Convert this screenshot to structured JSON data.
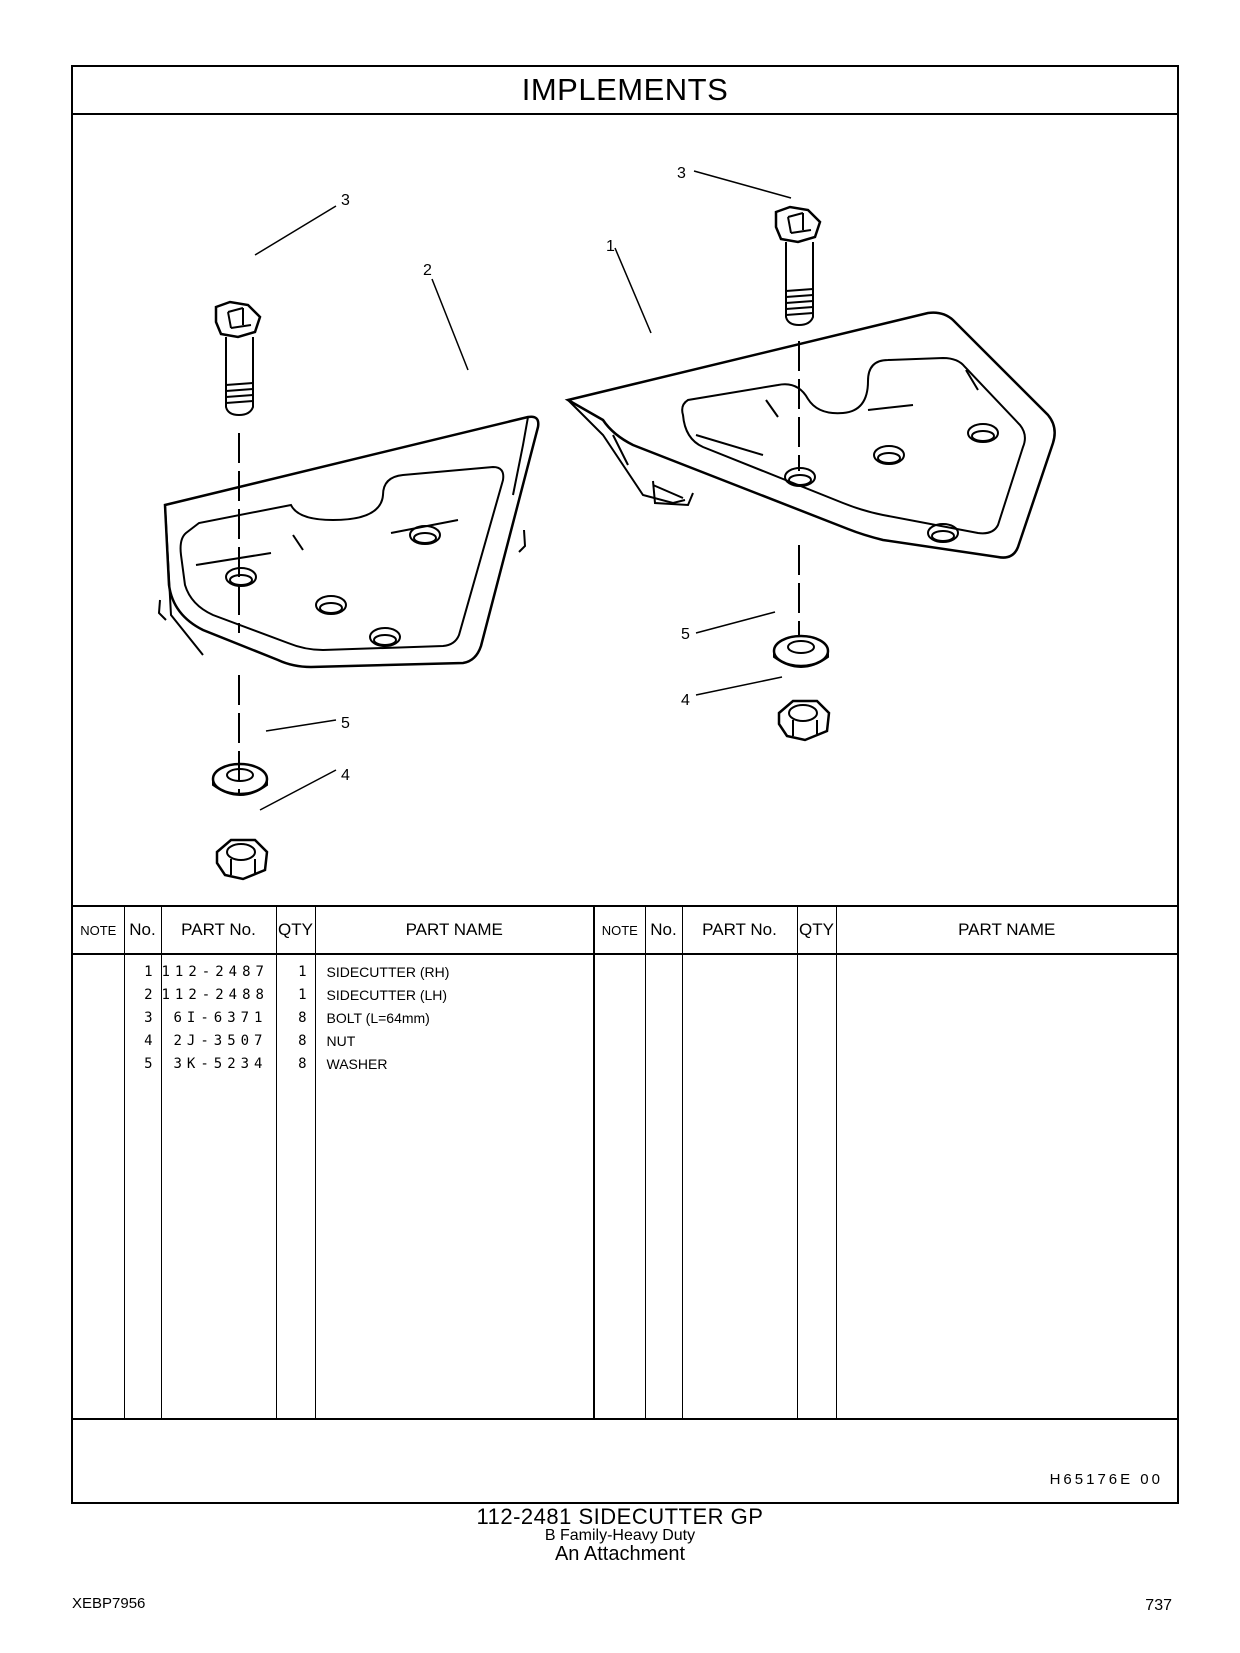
{
  "header": {
    "title": "IMPLEMENTS"
  },
  "callouts": {
    "c1": "1",
    "c2": "2",
    "c3a": "3",
    "c3b": "3",
    "c4a": "4",
    "c4b": "4",
    "c5a": "5",
    "c5b": "5"
  },
  "table": {
    "headers": {
      "note": "NOTE",
      "no": "No.",
      "part_no": "PART No.",
      "qty": "QTY",
      "part_name": "PART NAME"
    },
    "rows": [
      {
        "no": "1",
        "part_no": "112-2487",
        "qty": "1",
        "part_name": "SIDECUTTER (RH)"
      },
      {
        "no": "2",
        "part_no": "112-2488",
        "qty": "1",
        "part_name": "SIDECUTTER (LH)"
      },
      {
        "no": "3",
        "part_no": "6I-6371",
        "qty": "8",
        "part_name": "BOLT (L=64mm)"
      },
      {
        "no": "4",
        "part_no": "2J-3507",
        "qty": "8",
        "part_name": "NUT"
      },
      {
        "no": "5",
        "part_no": "3K-5234",
        "qty": "8",
        "part_name": "WASHER"
      }
    ]
  },
  "reference_code": "H65176E   00",
  "caption": {
    "main": "112-2481  SIDECUTTER  GP",
    "sub1": "B  Family-Heavy  Duty",
    "sub2": "An Attachment"
  },
  "footer": {
    "doc_id": "XEBP7956",
    "page_number": "737"
  }
}
